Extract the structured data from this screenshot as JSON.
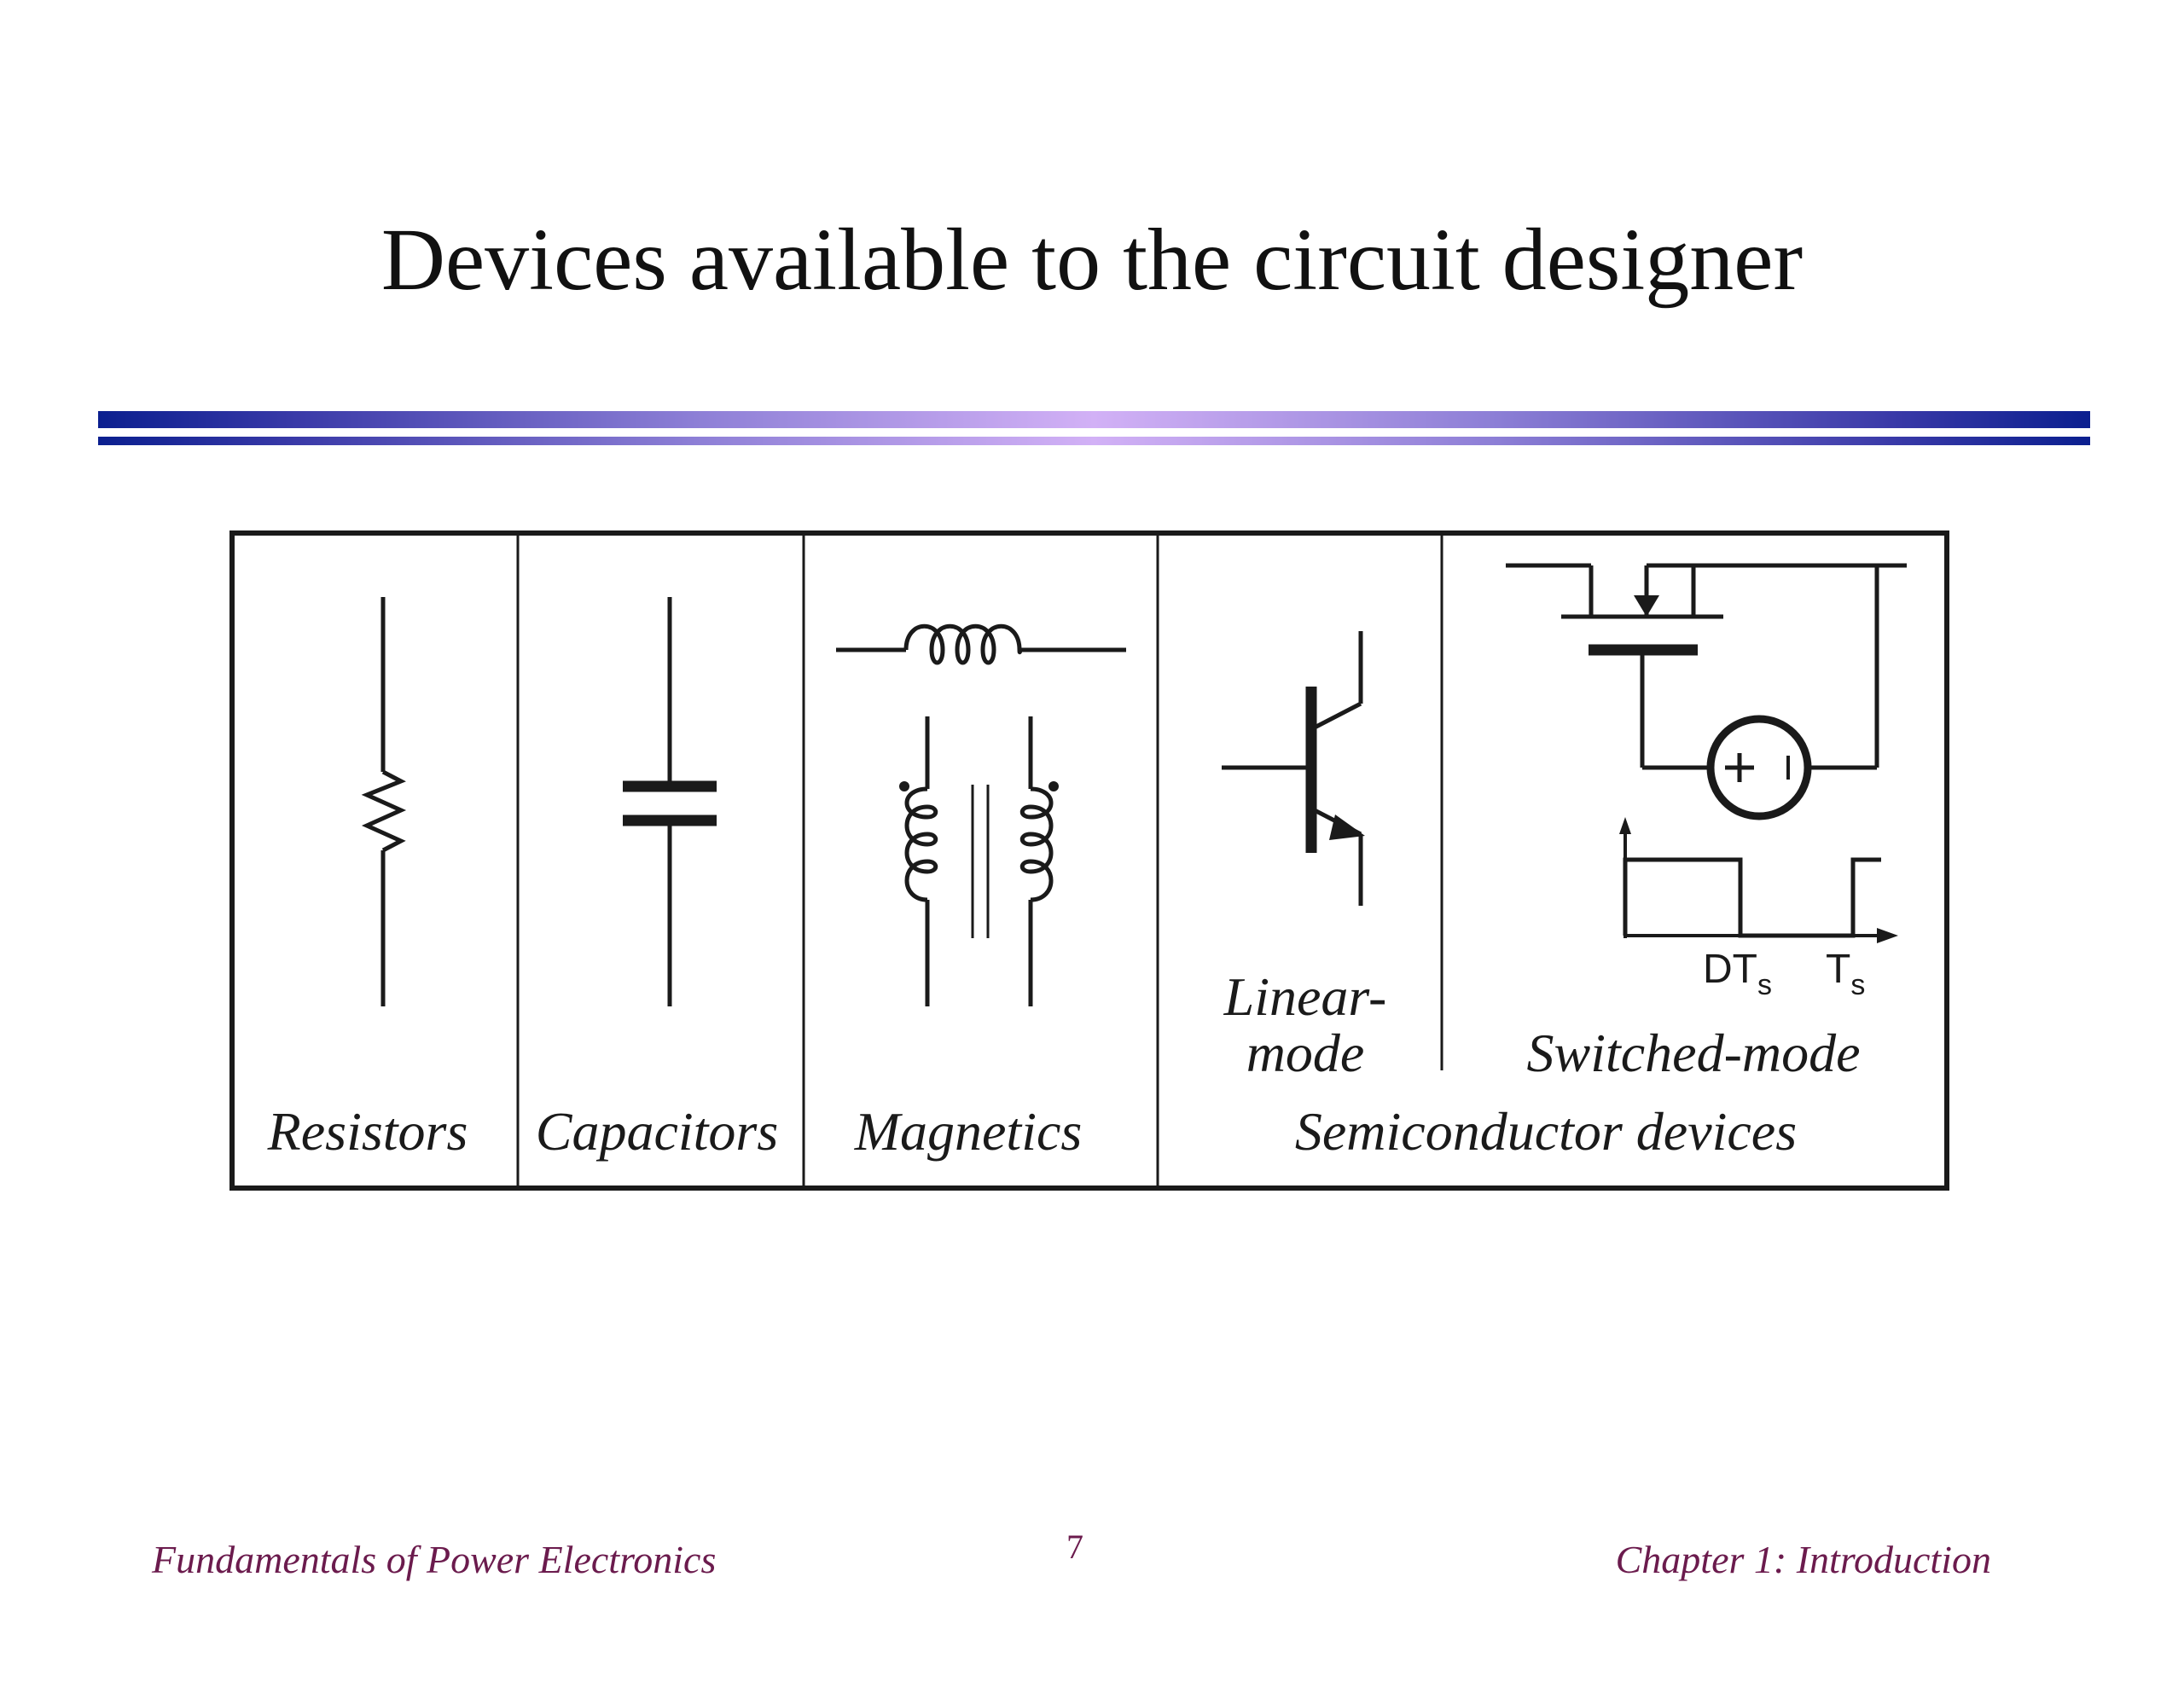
{
  "slide": {
    "title": "Devices available to the circuit designer",
    "accent_colors": [
      "#0b1f8f",
      "#d2b1f6"
    ]
  },
  "diagram": {
    "categories": [
      {
        "label": "Resistors",
        "icon": "resistor-symbol-icon"
      },
      {
        "label": "Capacitors",
        "icon": "capacitor-symbol-icon"
      },
      {
        "label": "Magnetics",
        "icon": "inductor-transformer-symbol-icon"
      },
      {
        "label": "Semiconductor devices",
        "icon": "semiconductor-symbols-icon"
      }
    ],
    "semiconductor_modes": {
      "linear": [
        "Linear-",
        "mode"
      ],
      "switched": "Switched-mode"
    },
    "waveform_labels": {
      "dts_main": "DT",
      "dts_sub": "s",
      "ts_main": "T",
      "ts_sub": "s"
    },
    "source_symbols": {
      "plus": "+",
      "minus": "–"
    }
  },
  "footer": {
    "left": "Fundamentals of Power Electronics",
    "page_number": "7",
    "right": "Chapter 1: Introduction"
  }
}
